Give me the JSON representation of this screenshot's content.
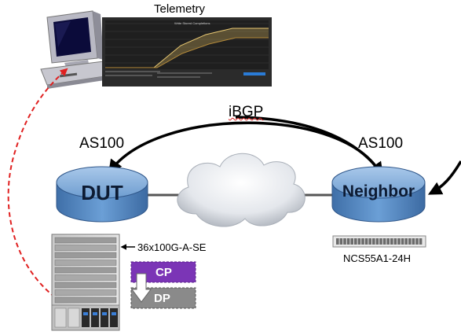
{
  "telemetry": {
    "label": "Telemetry",
    "chart_title": "Write Stored Completions"
  },
  "protocol_label": "iBGP",
  "dut": {
    "label": "DUT",
    "as_label": "AS100",
    "card_label": "36x100G-A-SE"
  },
  "neighbor": {
    "label": "Neighbor",
    "as_label": "AS100",
    "model_label": "NCS55A1-24H"
  },
  "planes": {
    "control": "CP",
    "data": "DP"
  },
  "colors": {
    "telemetry_bg": "#2b2b2b",
    "plot_line": "#e8c873",
    "node_blue": "#5b8ec6",
    "cp_purple": "#7b35b6",
    "dp_gray": "#8a8a8a",
    "dashed_red": "#e02020"
  }
}
